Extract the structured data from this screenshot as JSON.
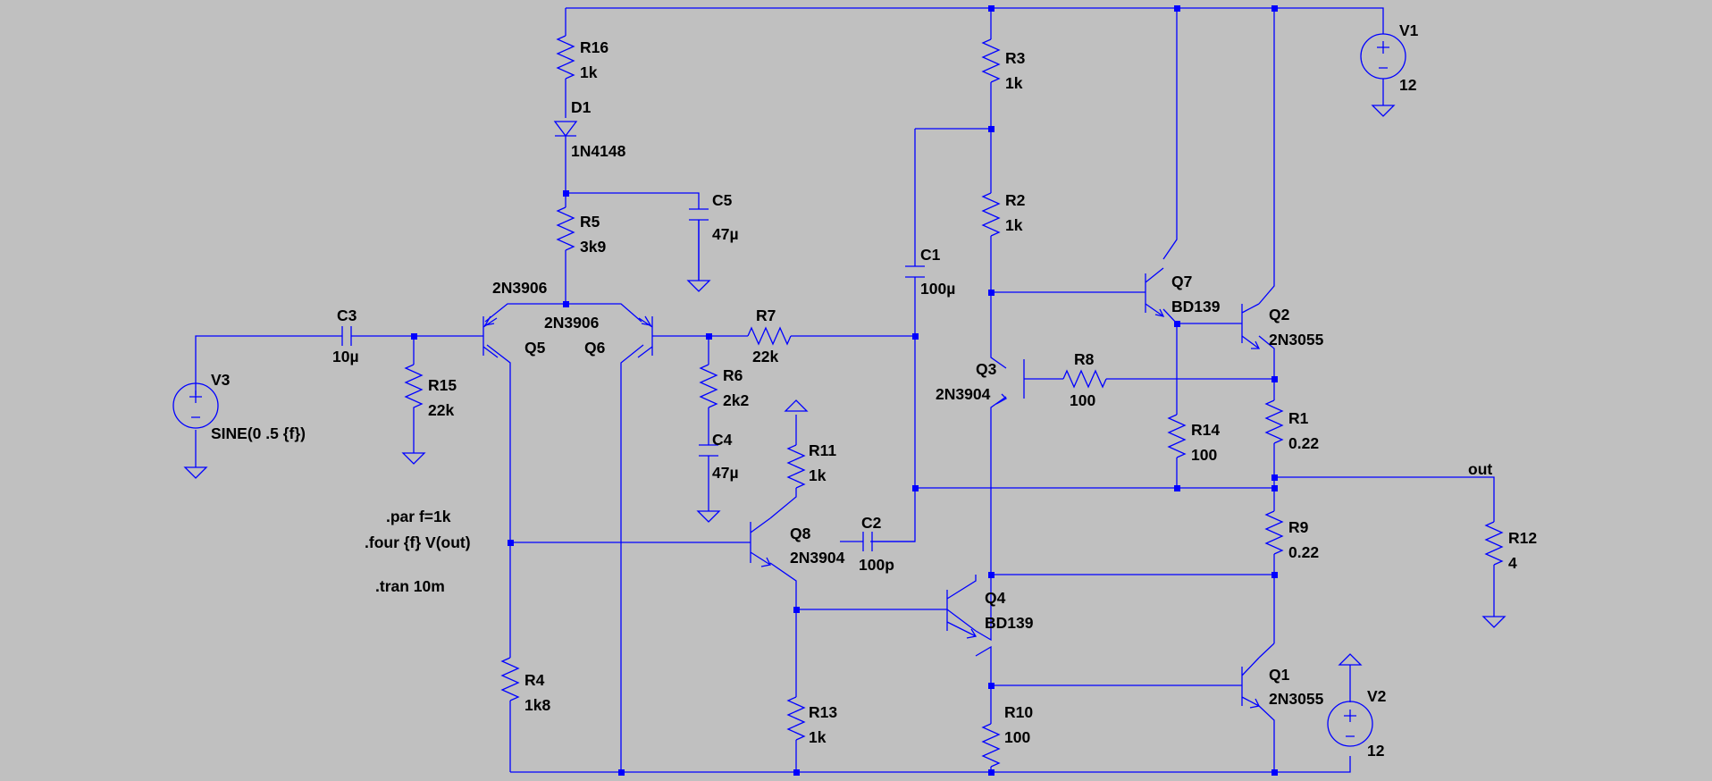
{
  "schematic": {
    "components": {
      "R16": {
        "ref": "R16",
        "value": "1k"
      },
      "R3": {
        "ref": "R3",
        "value": "1k"
      },
      "R2": {
        "ref": "R2",
        "value": "1k"
      },
      "R5": {
        "ref": "R5",
        "value": "3k9"
      },
      "R7": {
        "ref": "R7",
        "value": "22k"
      },
      "R6": {
        "ref": "R6",
        "value": "2k2"
      },
      "R15": {
        "ref": "R15",
        "value": "22k"
      },
      "R8": {
        "ref": "R8",
        "value": "100"
      },
      "R14": {
        "ref": "R14",
        "value": "100"
      },
      "R1": {
        "ref": "R1",
        "value": "0.22"
      },
      "R9": {
        "ref": "R9",
        "value": "0.22"
      },
      "R11": {
        "ref": "R11",
        "value": "1k"
      },
      "R4": {
        "ref": "R4",
        "value": "1k8"
      },
      "R13": {
        "ref": "R13",
        "value": "1k"
      },
      "R10": {
        "ref": "R10",
        "value": "100"
      },
      "R12": {
        "ref": "R12",
        "value": "4"
      },
      "C1": {
        "ref": "C1",
        "value": "100µ"
      },
      "C2": {
        "ref": "C2",
        "value": "100p"
      },
      "C3": {
        "ref": "C3",
        "value": "10µ"
      },
      "C4": {
        "ref": "C4",
        "value": "47µ"
      },
      "C5": {
        "ref": "C5",
        "value": "47µ"
      },
      "D1": {
        "ref": "D1",
        "value": "1N4148"
      },
      "Q1": {
        "ref": "Q1",
        "value": "2N3055"
      },
      "Q2": {
        "ref": "Q2",
        "value": "2N3055"
      },
      "Q3": {
        "ref": "Q3",
        "value": "2N3904"
      },
      "Q4": {
        "ref": "Q4",
        "value": "BD139"
      },
      "Q5": {
        "ref": "Q5",
        "value": "2N3906"
      },
      "Q6": {
        "ref": "Q6",
        "value": "2N3906"
      },
      "Q7": {
        "ref": "Q7",
        "value": "BD139"
      },
      "Q8": {
        "ref": "Q8",
        "value": "2N3904"
      },
      "V1": {
        "ref": "V1",
        "value": "12"
      },
      "V2": {
        "ref": "V2",
        "value": "12"
      },
      "V3": {
        "ref": "V3",
        "value": "SINE(0 .5 {f})"
      }
    },
    "net_labels": {
      "out": "out"
    },
    "directives": {
      "par": ".par f=1k",
      "four": ".four {f} V(out)",
      "tran": ".tran 10m"
    },
    "colors": {
      "background": "#c0c0c0",
      "wire": "#0000ff",
      "text": "#000000"
    }
  }
}
